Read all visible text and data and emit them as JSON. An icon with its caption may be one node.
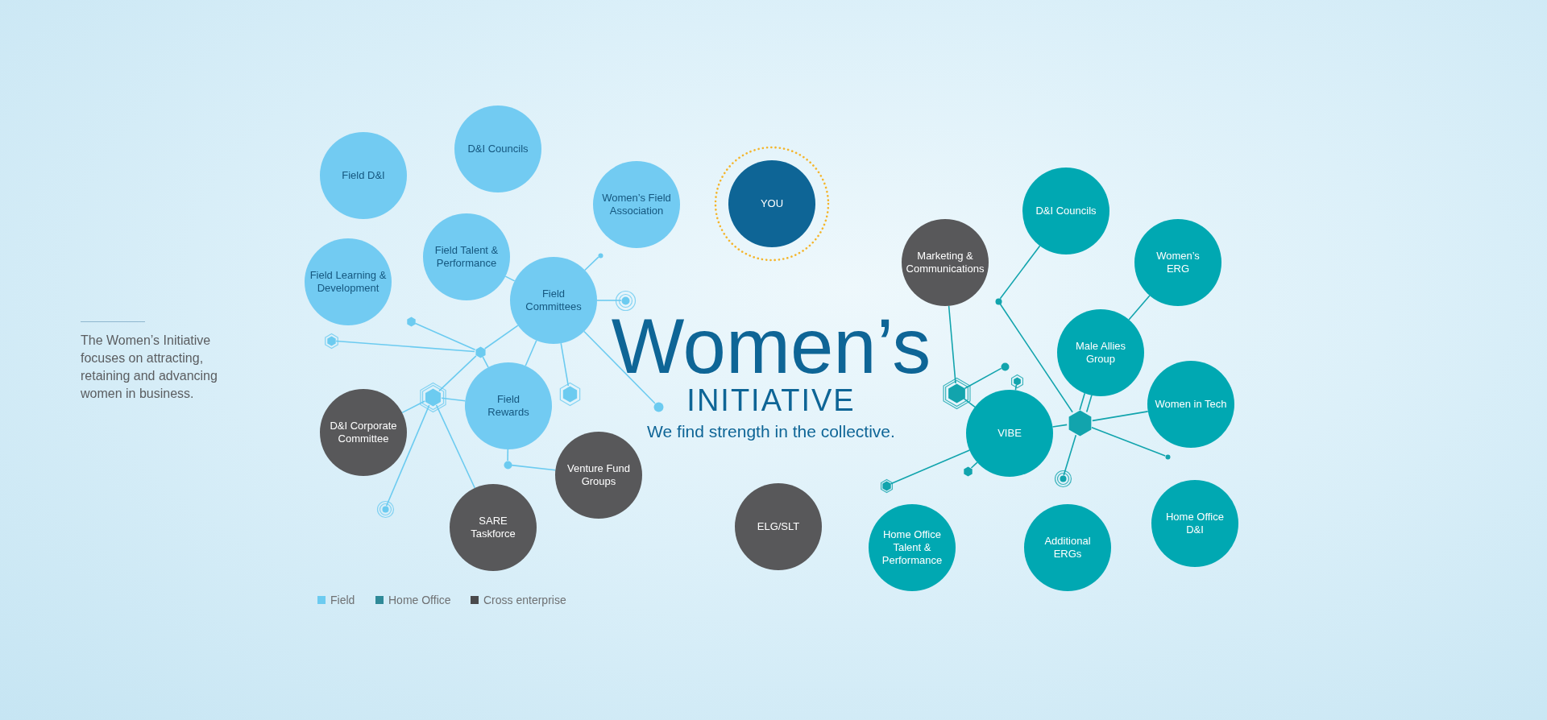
{
  "diagram": {
    "title": "Women’s",
    "nodes": [
      {
        "text": [
          "Field D&I"
        ]
      },
      {
        "text": [
          "D&I Councils"
        ]
      },
      {
        "text": [
          "Women’s Field Association"
        ]
      },
      {
        "text": [
          "Field Talent & Performance"
        ]
      },
      {
        "text": [
          "Field Learning & Development"
        ]
      },
      {
        "text": [
          "Field Committees"
        ]
      },
      {
        "text": [
          "Field Rewards"
        ]
      },
      {
        "text": [
          "D&I Corporate Committee"
        ]
      },
      {
        "text": [
          "Venture Fund Groups"
        ]
      },
      {
        "text": [
          "SARE Taskforce"
        ]
      },
      {
        "text": [
          "YOU"
        ]
      },
      {
        "text": [
          "ELG/SLT"
        ]
      },
      {
        "text": [
          "D&I Councils"
        ]
      },
      {
        "text": [
          "Marketing & Communications"
        ]
      },
      {
        "text": [
          "Women’s ERG"
        ]
      },
      {
        "text": [
          "Male Allies Group"
        ]
      },
      {
        "text": [
          "Women in Tech"
        ]
      },
      {
        "text": [
          "VIBE"
        ]
      },
      {
        "text": [
          "Home Office Talent & Performance"
        ]
      },
      {
        "text": [
          "Additional ERGs"
        ]
      },
      {
        "text": [
          "Home Office D&I"
        ]
      },
      {
        "text": [],
        "shape": "hexagon"
      },
      {
        "text": [],
        "shape": "target"
      },
      {
        "text": [],
        "shape": "hexagon"
      },
      {
        "text": [],
        "shape": "hexagon"
      },
      {
        "text": [],
        "shape": "hexagon"
      },
      {
        "text": [],
        "shape": "circle"
      },
      {
        "text": [],
        "shape": "hexagon"
      },
      {
        "text": [],
        "shape": "circle"
      },
      {
        "text": [],
        "shape": "target"
      },
      {
        "text": [],
        "shape": "circle"
      },
      {
        "text": [],
        "shape": "hexagon"
      },
      {
        "text": [],
        "shape": "hexagon"
      },
      {
        "text": [],
        "shape": "hexagon"
      },
      {
        "text": [],
        "shape": "circle"
      },
      {
        "text": [],
        "shape": "circle"
      },
      {
        "text": [],
        "shape": "hexagon"
      },
      {
        "text": [],
        "shape": "target"
      },
      {
        "text": [],
        "shape": "hexagon"
      },
      {
        "text": [],
        "shape": "circle"
      }
    ],
    "edges": [
      {
        "from": 3,
        "to": 5,
        "arrow": "none"
      },
      {
        "from": 5,
        "to": 28,
        "arrow": "none"
      },
      {
        "from": 5,
        "to": 29,
        "arrow": "none"
      },
      {
        "from": 23,
        "to": 25,
        "arrow": "none"
      },
      {
        "from": 21,
        "to": 25,
        "arrow": "none"
      },
      {
        "from": 25,
        "to": 5,
        "arrow": "none"
      },
      {
        "from": 25,
        "to": 6,
        "arrow": "none"
      },
      {
        "from": 25,
        "to": 24,
        "arrow": "none"
      },
      {
        "from": 5,
        "to": 6,
        "arrow": "none"
      },
      {
        "from": 5,
        "to": 27,
        "arrow": "none"
      },
      {
        "from": 5,
        "to": 30,
        "arrow": "none"
      },
      {
        "from": 24,
        "to": 7,
        "arrow": "none"
      },
      {
        "from": 24,
        "to": 6,
        "arrow": "none"
      },
      {
        "from": 24,
        "to": 22,
        "arrow": "none"
      },
      {
        "from": 24,
        "to": 9,
        "arrow": "none"
      },
      {
        "from": 6,
        "to": 26,
        "arrow": "none"
      },
      {
        "from": 26,
        "to": 8,
        "arrow": "none"
      },
      {
        "from": 12,
        "to": 34,
        "arrow": "none",
        "color": "#12a4ad"
      },
      {
        "from": 34,
        "to": 38,
        "arrow": "none",
        "color": "#12a4ad"
      },
      {
        "from": 14,
        "to": 15,
        "arrow": "none",
        "color": "#12a4ad"
      },
      {
        "from": 13,
        "to": 32,
        "arrow": "none",
        "color": "#12a4ad"
      },
      {
        "from": 32,
        "to": 35,
        "arrow": "none",
        "color": "#12a4ad"
      },
      {
        "from": 32,
        "to": 17,
        "arrow": "none",
        "color": "#12a4ad"
      },
      {
        "from": 36,
        "to": 17,
        "arrow": "none",
        "color": "#12a4ad"
      },
      {
        "from": 15,
        "to": 38,
        "arrow": "none",
        "color": "#12a4ad"
      },
      {
        "from": 15,
        "to": 38,
        "arrow": "none",
        "color": "#12a4ad"
      },
      {
        "from": 17,
        "to": 38,
        "arrow": "none",
        "color": "#12a4ad"
      },
      {
        "from": 38,
        "to": 16,
        "arrow": "none",
        "color": "#12a4ad"
      },
      {
        "from": 38,
        "to": 39,
        "arrow": "none",
        "color": "#12a4ad"
      },
      {
        "from": 38,
        "to": 37,
        "arrow": "none",
        "color": "#12a4ad"
      },
      {
        "from": 17,
        "to": 31,
        "arrow": "none",
        "color": "#12a4ad"
      },
      {
        "from": 17,
        "to": 33,
        "arrow": "none",
        "color": "#12a4ad"
      }
    ],
    "labels": [
      "INITIATIVE",
      "We find strength in the collective.",
      "The Women’s Initiative focuses on attracting, retaining and advancing women in business."
    ],
    "legend": [
      {
        "text": "Field",
        "color": "#6ccbf0"
      },
      {
        "text": "Home Office",
        "color": "#2f8a98"
      },
      {
        "text": "Cross enterprise",
        "color": "#4a4a4c"
      }
    ]
  }
}
